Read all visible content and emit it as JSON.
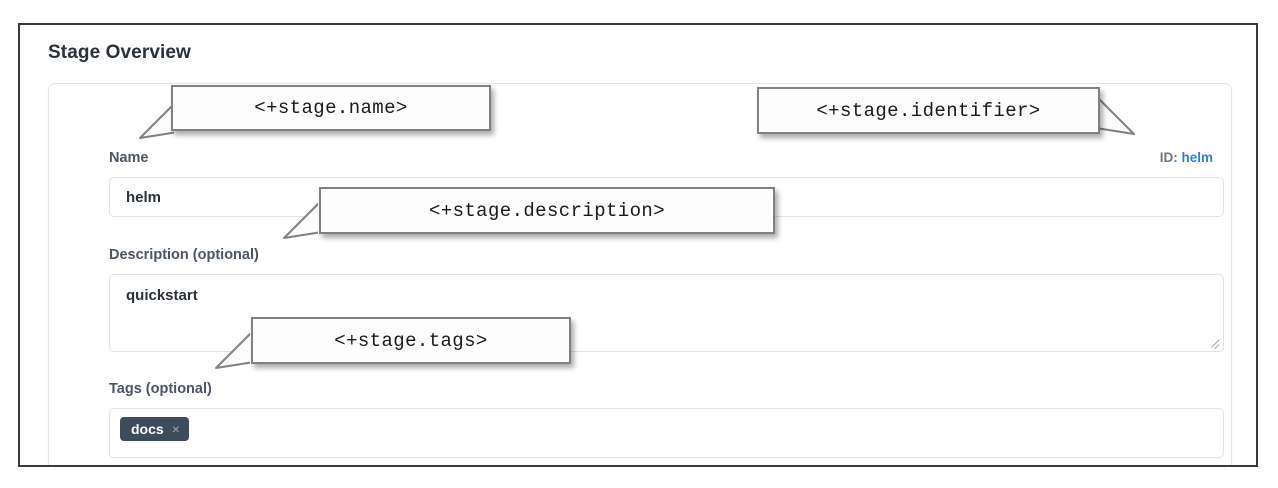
{
  "panel": {
    "title": "Stage Overview"
  },
  "form": {
    "name": {
      "label": "Name",
      "value": "helm",
      "placeholder": ""
    },
    "description": {
      "label": "Description (optional)",
      "value": "quickstart",
      "placeholder": ""
    },
    "tags": {
      "label": "Tags (optional)",
      "chips": [
        {
          "label": "docs",
          "remove_glyph": "×"
        }
      ],
      "placeholder": ""
    }
  },
  "identifier": {
    "label": "ID:",
    "value": "helm"
  },
  "annotations": [
    {
      "text": "<+stage.name>"
    },
    {
      "text": "<+stage.identifier>"
    },
    {
      "text": "<+stage.description>"
    },
    {
      "text": "<+stage.tags>"
    }
  ],
  "colors": {
    "frame_border": "#3a3a3a",
    "label_text": "#4a5566",
    "input_border": "#dfe3e8",
    "tag_chip_bg": "#3d4b5c",
    "id_link": "#2f7fe0",
    "id_label": "#6c7781",
    "callout_border": "#808080",
    "title_text": "#2b3138"
  }
}
